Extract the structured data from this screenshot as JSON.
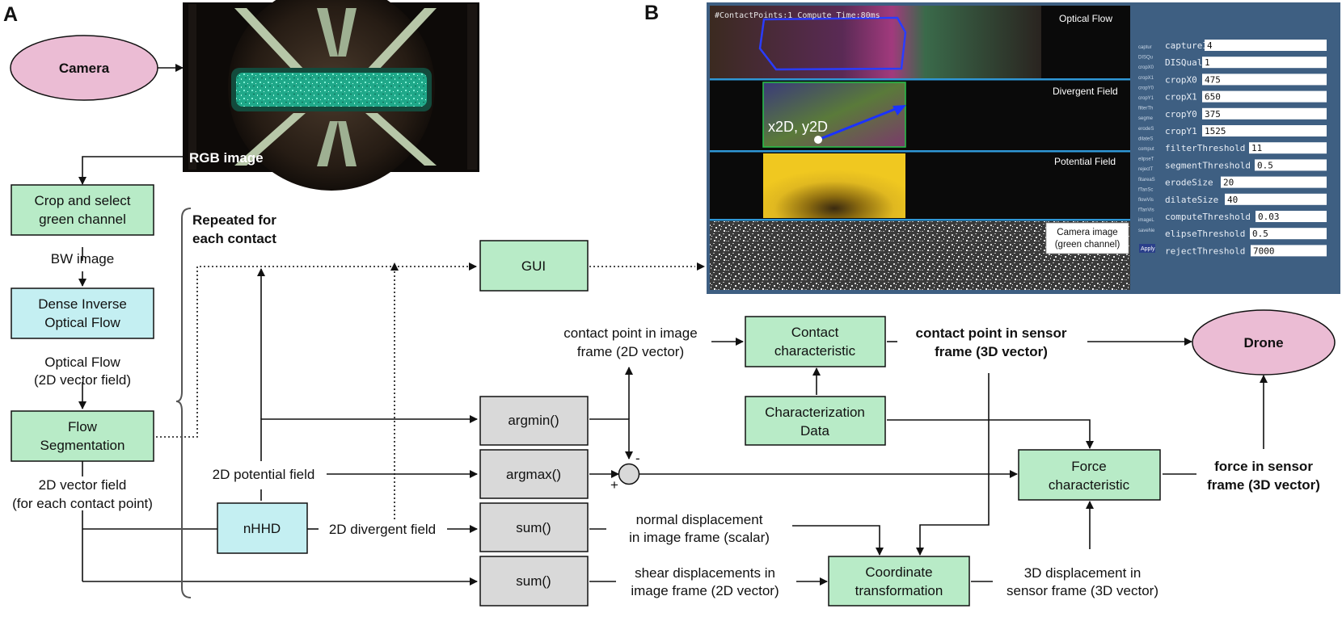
{
  "panels": {
    "a": "A",
    "b": "B"
  },
  "nodes": {
    "camera": "Camera",
    "crop": [
      "Crop and select",
      "green channel"
    ],
    "dense": [
      "Dense Inverse",
      "Optical Flow"
    ],
    "flowseg": [
      "Flow",
      "Segmentation"
    ],
    "nhhd": "nHHD",
    "gui": "GUI",
    "argmin": "argmin()",
    "argmax": "argmax()",
    "sum1": "sum()",
    "sum2": "sum()",
    "contact": [
      "Contact",
      "characteristic"
    ],
    "chardata": [
      "Characterization",
      "Data"
    ],
    "force": [
      "Force",
      "characteristic"
    ],
    "coord": [
      "Coordinate",
      "transformation"
    ],
    "drone": "Drone"
  },
  "edge_labels": {
    "rgb": "RGB image",
    "bw": "BW image",
    "optflow": [
      "Optical Flow",
      "(2D vector field)"
    ],
    "vec2d": [
      "2D vector field",
      "(for each contact point)"
    ],
    "repeated": [
      "Repeated for",
      "each contact"
    ],
    "potential": "2D potential field",
    "divergent": "2D divergent field",
    "cp_image": [
      "contact point in image",
      "frame (2D vector)"
    ],
    "cp_sensor": [
      "contact point in sensor",
      "frame (3D vector)"
    ],
    "force_sensor": [
      "force in sensor",
      "frame (3D vector)"
    ],
    "normal": [
      "normal displacement",
      "in image frame (scalar)"
    ],
    "shear": [
      "shear displacements in",
      "image frame (2D vector)"
    ],
    "disp3d": [
      "3D displacement in",
      "sensor frame (3D vector)"
    ],
    "minus": "-",
    "plus": "+"
  },
  "gui_panel": {
    "status": "#ContactPoints:1     Compute Time:80ms",
    "labels": {
      "optical": "Optical Flow",
      "divergent": "Divergent Field",
      "potential": "Potential Field",
      "camera": [
        "Camera image",
        "(green channel)"
      ],
      "point": "x2D, y2D"
    },
    "params": [
      {
        "name": "captureID",
        "value": "4"
      },
      {
        "name": "DISQuality",
        "value": "1"
      },
      {
        "name": "cropX0",
        "value": "475"
      },
      {
        "name": "cropX1",
        "value": "650"
      },
      {
        "name": "cropY0",
        "value": "375"
      },
      {
        "name": "cropY1",
        "value": "1525"
      },
      {
        "name": "filterThreshold",
        "value": "11"
      },
      {
        "name": "segmentThreshold",
        "value": "0.5"
      },
      {
        "name": "erodeSize",
        "value": "20"
      },
      {
        "name": "dilateSize",
        "value": "40"
      },
      {
        "name": "computeThreshold",
        "value": "0.03"
      },
      {
        "name": "elipseThreshold",
        "value": "0.5"
      },
      {
        "name": "rejectThreshold",
        "value": "7000"
      }
    ],
    "tiny_labels": [
      "captur",
      "DISQu",
      "cropX0",
      "cropX1",
      "cropY0",
      "cropY1",
      "filterTh",
      "segme",
      "erodeS",
      "dilateS",
      "comput",
      "elipseT",
      "rejectT",
      "fitareaS",
      "fTanSc",
      "flowVis",
      "fTanVis",
      "imageL",
      "saveNe"
    ],
    "apply": "Apply"
  },
  "colors": {
    "green_box": "#b8ebc7",
    "cyan_box": "#c4eff2",
    "gray_box": "#d9d9d9",
    "pink_ellipse": "#ebbcd4",
    "gui_bg": "#3e5f82",
    "divider": "#2f97d6"
  }
}
